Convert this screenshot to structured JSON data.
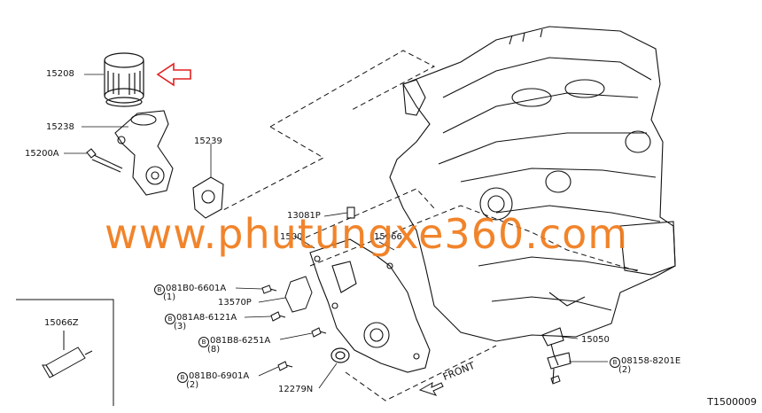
{
  "callouts": {
    "p15208": "15208",
    "p15238": "15238",
    "p15200A": "15200A",
    "p15239": "15239",
    "p13081P": "13081P",
    "p1500": "1500",
    "p15066": "15066",
    "p081B0_6601A": "081B0-6601A",
    "q1": "(1)",
    "p13570P": "13570P",
    "p081A8_6121A": "081A8-6121A",
    "q3": "(3)",
    "p081B8_6251A": "081B8-6251A",
    "q8": "(8)",
    "p081B0_6901A": "081B0-6901A",
    "q2a": "(2)",
    "p12279N": "12279N",
    "p15050": "15050",
    "p08158_8201E": "08158-8201E",
    "q2b": "(2)",
    "p15066Z": "15066Z"
  },
  "bolt_marker": "B",
  "front_label": "FRONT",
  "diagram_code": "T1500009",
  "watermark": "www.phutungxe360.com",
  "colors": {
    "watermark": "#f07a1a",
    "arrow": "#e02020",
    "line": "#111111"
  }
}
